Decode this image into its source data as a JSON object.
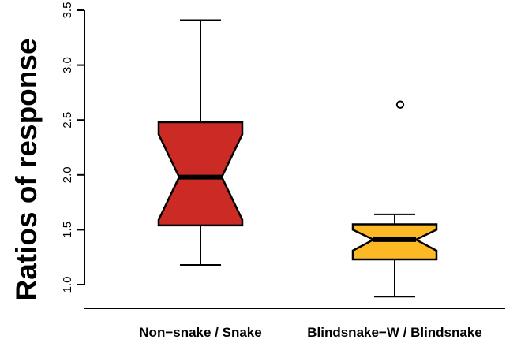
{
  "chart_data": {
    "type": "boxplot",
    "notched": true,
    "title": "",
    "xlabel": "",
    "ylabel": "Ratios of response",
    "ylim": [
      0.9,
      3.5
    ],
    "yticks": [
      1.0,
      1.5,
      2.0,
      2.5,
      3.0,
      3.5
    ],
    "ytick_labels": [
      "1.0",
      "1.5",
      "2.0",
      "2.5",
      "3.0",
      "3.5"
    ],
    "categories": [
      "Non−snake / Snake",
      "Blindsnake−W / Blindsnake"
    ],
    "boxes": [
      {
        "category": "Non−snake / Snake",
        "whisker_low": 1.18,
        "q1": 1.54,
        "notch_low": 1.59,
        "median": 1.98,
        "notch_high": 2.37,
        "q3": 2.48,
        "whisker_high": 3.41,
        "outliers": [],
        "color": "#cc2a25"
      },
      {
        "category": "Blindsnake−W / Blindsnake",
        "whisker_low": 0.89,
        "q1": 1.23,
        "notch_low": 1.31,
        "median": 1.41,
        "notch_high": 1.5,
        "q3": 1.55,
        "whisker_high": 1.64,
        "outliers": [
          2.64
        ],
        "color": "#fdb826"
      }
    ]
  }
}
